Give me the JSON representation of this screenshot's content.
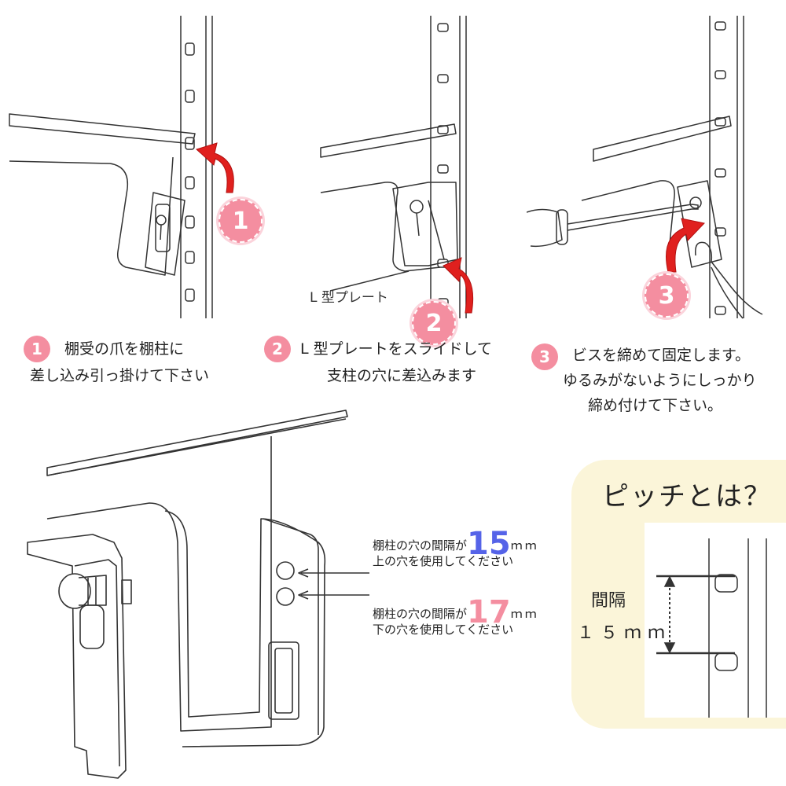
{
  "steps": [
    {
      "number": "1",
      "line1": "棚受の爪を棚柱に",
      "line2": "差し込み引っ掛けて下さい"
    },
    {
      "number": "2",
      "line1": "L 型プレートをスライドして",
      "line2": "支柱の穴に差込みます"
    },
    {
      "number": "3",
      "line1": "ビスを締めて固定します。",
      "line2": "ゆるみがないようにしっかり",
      "line3": "締め付けて下さい。"
    }
  ],
  "l_plate_label": "L 型プレート",
  "hole_notes": [
    {
      "prefix": "棚柱の穴の間隔が",
      "value": "15",
      "unit": "ｍｍ",
      "line2": "上の穴を使用してください",
      "color": "#5563e8"
    },
    {
      "prefix": "棚柱の穴の間隔が",
      "value": "17",
      "unit": "ｍｍ",
      "line2": "下の穴を使用してください",
      "color": "#f48ea0"
    }
  ],
  "pitch": {
    "title": "ピッチとは？",
    "label": "間隔",
    "value": "１５ｍｍ"
  },
  "colors": {
    "accent_pink": "#f48ea0",
    "accent_blue": "#5563e8",
    "arrow_red": "#e0201e",
    "panel_bg": "#fbf5d9"
  },
  "icons": [
    "red-curved-arrow-icon",
    "screwdriver-icon",
    "hand-icon",
    "dashed-double-arrow-icon"
  ]
}
